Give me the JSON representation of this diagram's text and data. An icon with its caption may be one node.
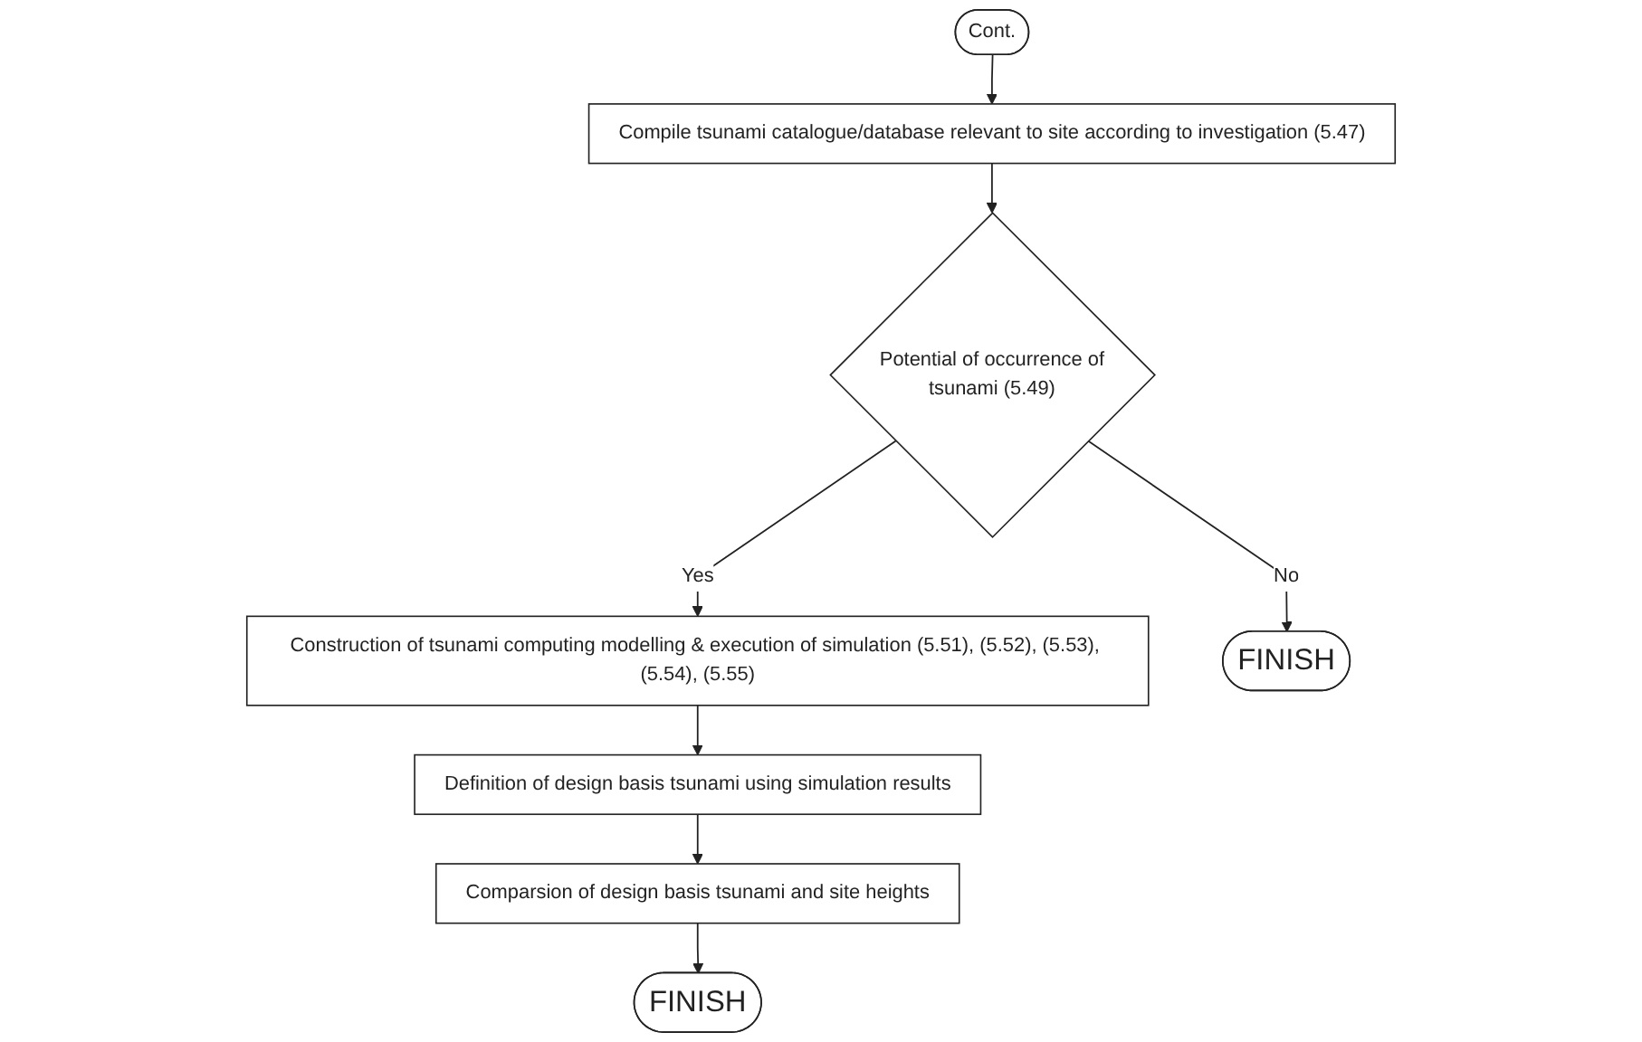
{
  "diagram": {
    "nodes": [
      {
        "text": [
          "Cont."
        ]
      },
      {
        "text": [
          "Compile tsunami catalogue/database relevant to site according to investigation (5.47)"
        ]
      },
      {
        "text": [
          "Potential of occurrence of tsunami (5.49)"
        ]
      },
      {
        "text": [
          "FINISH"
        ]
      },
      {
        "text": [
          "Construction of tsunami computing modelling & execution of simulation (5.51), (5.52), (5.53), (5.54), (5.55)"
        ]
      },
      {
        "text": [
          "Definition of design basis tsunami using simulation results"
        ]
      },
      {
        "text": [
          "Comparsion of design basis tsunami and site heights"
        ]
      },
      {
        "text": [
          "FINISH"
        ]
      }
    ],
    "edges": [
      {
        "from": 0,
        "to": 1,
        "arrow": "to"
      },
      {
        "from": 1,
        "to": 2,
        "arrow": "to"
      },
      {
        "from": 2,
        "to": 4,
        "arrow": "to",
        "label": "Yes"
      },
      {
        "from": 2,
        "to": 3,
        "arrow": "to",
        "label": "No"
      },
      {
        "from": 4,
        "to": 5,
        "arrow": "to"
      },
      {
        "from": 5,
        "to": 6,
        "arrow": "to"
      },
      {
        "from": 6,
        "to": 7,
        "arrow": "to"
      }
    ]
  }
}
